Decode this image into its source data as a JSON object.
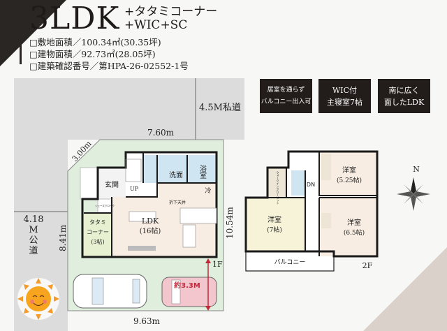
{
  "header": {
    "title": "3LDK",
    "subtitle_line1": "+タタミコーナー",
    "subtitle_line2": "+WIC+SC",
    "specs": [
      "□敷地面積／100.34㎡(30.35坪)",
      "□建物面積／92.73㎡(28.05坪)",
      "□建築確認番号／第HPA-26-02552-1号"
    ]
  },
  "badges": [
    {
      "line1": "居室を通らず",
      "line2": "バルコニー出入可"
    },
    {
      "line1": "WIC付",
      "line2": "主寝室7帖"
    },
    {
      "line1": "南に広く",
      "line2": "面したLDK"
    }
  ],
  "site": {
    "private_road": "4.5M私道",
    "public_road": [
      "4.18",
      "M",
      "公",
      "道"
    ],
    "dim_top": "7.60m",
    "dim_diag": "3.00m",
    "dim_left": "8.41m",
    "dim_right": "10.54m",
    "dim_bottom": "9.63m",
    "parking_depth": "約3.3M"
  },
  "floor1": {
    "label": "1F",
    "entrance": "玄関",
    "washroom": "洗面",
    "bath": "浴室",
    "up": "UP",
    "fridge": "冷",
    "ceiling": "折下天井",
    "shoe_closet": "シューズクローク",
    "ldk": "LDK",
    "ldk_size": "(16帖)",
    "tatami": [
      "タタミ",
      "コーナー",
      "(3帖)"
    ]
  },
  "floor2": {
    "label": "2F",
    "room_a": "洋室",
    "room_a_size": "(5.25帖)",
    "room_b": "洋室",
    "room_b_size": "(7帖)",
    "room_c": "洋室",
    "room_c_size": "(6.5帖)",
    "wic": "ウォークインクローゼット",
    "dn": "DN",
    "balcony": "バルコニー"
  },
  "compass": {
    "north": "N"
  },
  "colors": {
    "lot": "#dfeedd",
    "road": "#dcdcdc",
    "room": "#f8ede2",
    "wet": "#cfe6f2",
    "tatami": "#e8f0d2",
    "wall": "#1a1a1a",
    "badge": "#221d1b",
    "accent_red": "#c0283a"
  }
}
